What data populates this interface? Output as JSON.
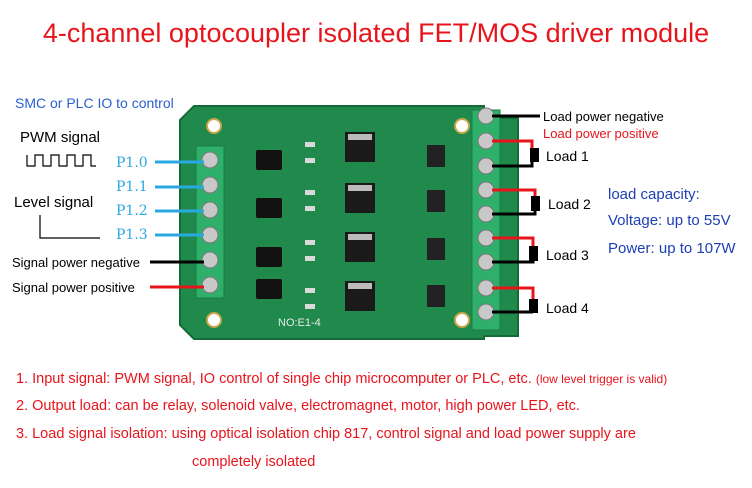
{
  "title": "4-channel optocoupler isolated FET/MOS driver module",
  "control_caption": "SMC or PLC IO to control",
  "pwm_label": "PWM signal",
  "level_label": "Level signal",
  "pins": [
    "P1.0",
    "P1.1",
    "P1.2",
    "P1.3"
  ],
  "signal_power_negative": "Signal power negative",
  "signal_power_positive": "Signal power positive",
  "load_power_negative": "Load power negative",
  "load_power_positive": "Load power positive",
  "loads": [
    "Load 1",
    "Load 2",
    "Load 3",
    "Load 4"
  ],
  "capacity": {
    "heading": "load capacity:",
    "voltage": "Voltage: up to 55V",
    "power": "Power: up to 107W"
  },
  "board_label": "NO:E1-4",
  "notes": [
    {
      "label": "1. Input signal:",
      "text": "PWM signal, IO control of single chip microcomputer or PLC, etc.",
      "small": "(low level trigger is valid)"
    },
    {
      "label": "2. Output load:",
      "text": "can be relay, solenoid valve, electromagnet, motor, high power LED, etc."
    },
    {
      "label": "3. Load signal isolation:",
      "text": "using optical isolation chip 817, control signal and load power supply are",
      "continuation": "completely isolated"
    }
  ],
  "colors": {
    "title": "#e8141c",
    "pin": "#2aa8e0",
    "pcb": "#1f8a4c",
    "terminal": "#2fb06a",
    "capacity": "#1d3fb5"
  }
}
